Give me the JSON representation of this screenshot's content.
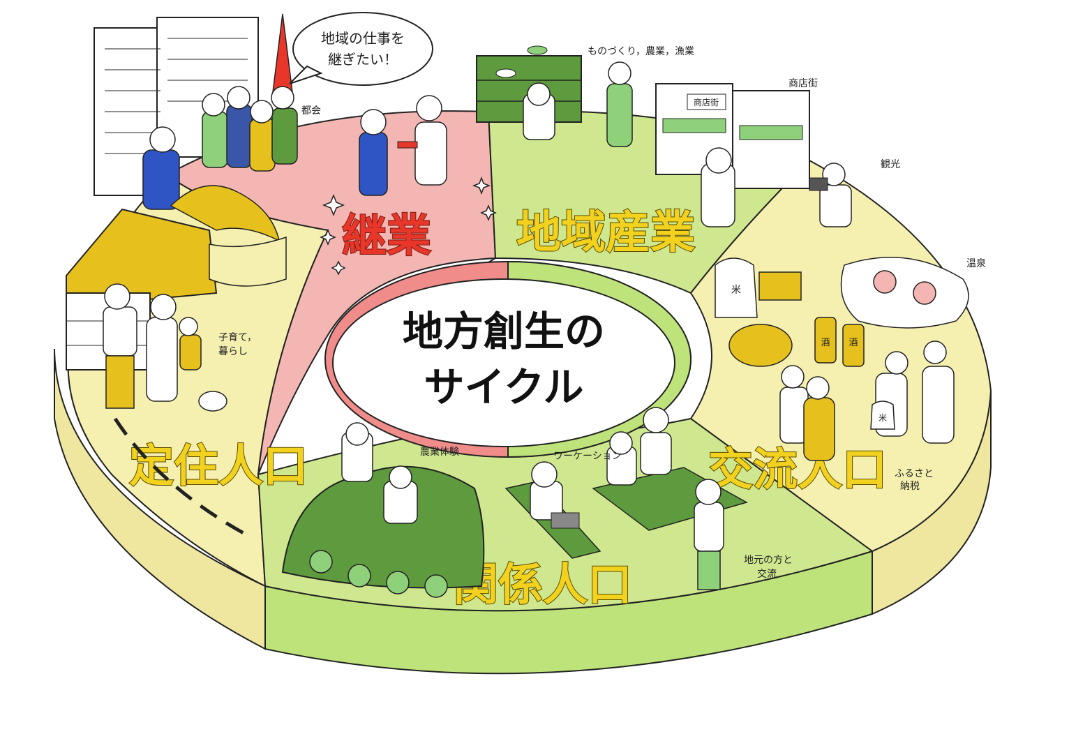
{
  "center": {
    "line1": "地方創生の",
    "line2": "サイクル"
  },
  "segments": {
    "keigyo": {
      "label": "継業",
      "color": "#e8372a"
    },
    "chiiki_sangyo": {
      "label": "地域産業",
      "color": "#f2d21f"
    },
    "koryu_jinko": {
      "label": "交流人口",
      "color": "#f2d21f"
    },
    "kankei_jinko": {
      "label": "関係人口",
      "color": "#f2d21f"
    },
    "teiju_jinko": {
      "label": "定住人口",
      "color": "#f2d21f"
    }
  },
  "speech_bubble": {
    "line1": "地域の仕事を",
    "line2": "継ぎたい！"
  },
  "annotations": {
    "tokai": "都会",
    "monozukuri": "ものづくり，農業，漁業",
    "shotengai": "商店街",
    "kanko": "観光",
    "onsen": "温泉",
    "furusato_1": "ふるさと",
    "furusato_2": "納税",
    "jimoto_1": "地元の方と",
    "jimoto_2": "交流",
    "workation": "ワーケーション",
    "nogyo_taiken": "農業体験",
    "kosodate_1": "子育て，",
    "kosodate_2": "暮らし",
    "shop_sign": "商店街",
    "sake_1": "酒",
    "sake_2": "酒",
    "rice_1": "米",
    "rice_2": "米"
  },
  "colors": {
    "pink_top": "#f4b6b2",
    "pink_inner": "#f08c8a",
    "green_top": "#cfe88f",
    "green_side": "#bde37a",
    "yellow_top": "#f5f0b0",
    "yellow_side": "#efe6a0",
    "dark_green": "#5e9a3e"
  }
}
